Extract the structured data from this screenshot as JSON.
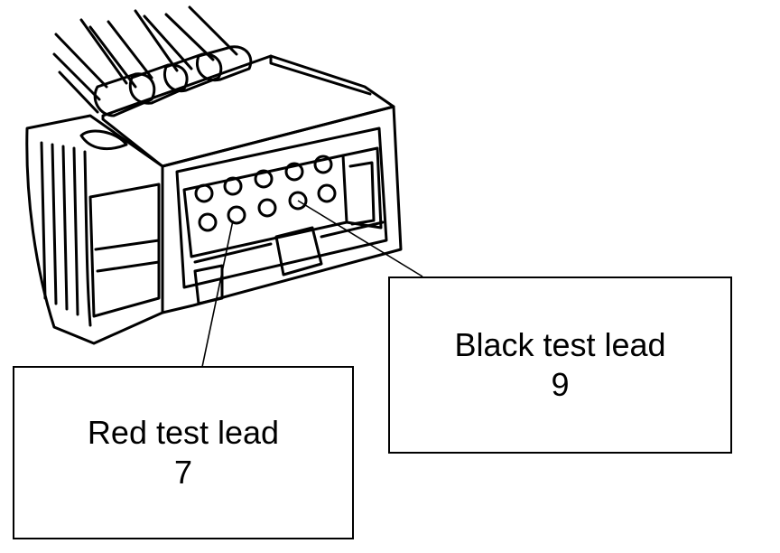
{
  "callouts": {
    "red": {
      "label": "Red test lead",
      "pin": "7"
    },
    "black": {
      "label": "Black test lead",
      "pin": "9"
    }
  },
  "colors": {
    "ink": "#000000",
    "paper": "#ffffff"
  },
  "icons": {
    "connector": "electrical-connector-icon"
  }
}
